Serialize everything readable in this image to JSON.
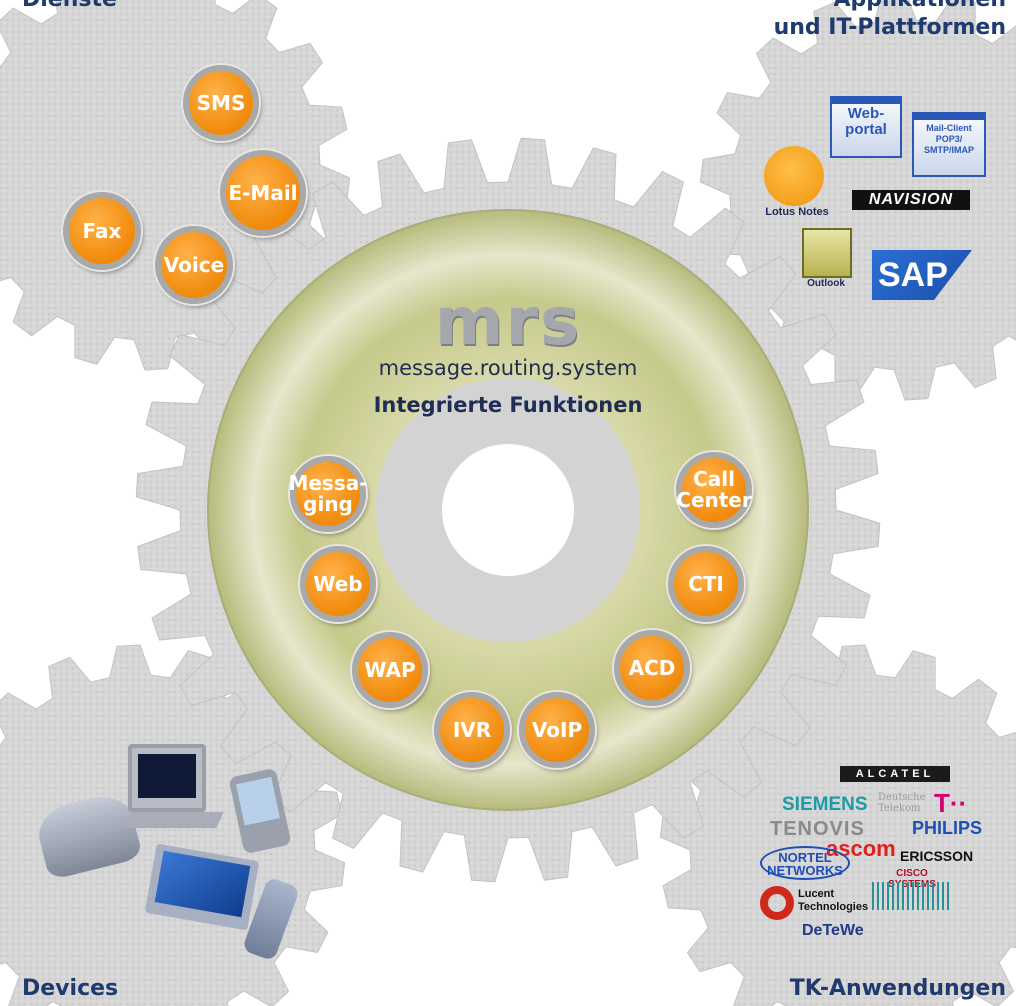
{
  "corners": {
    "top_left": "Dienste",
    "top_right": "Applikationen\nund IT-Plattformen",
    "bottom_left": "Devices",
    "bottom_right": "TK-Anwendungen"
  },
  "center": {
    "logo": "mrs",
    "subtitle": "message.routing.system",
    "functions_title": "Integrierte Funktionen"
  },
  "services": [
    "SMS",
    "E-Mail",
    "Fax",
    "Voice"
  ],
  "functions": [
    "Messa-\nging",
    "Web",
    "WAP",
    "IVR",
    "VoIP",
    "ACD",
    "CTI",
    "Call\nCenter"
  ],
  "applications": {
    "webportal": "Web-\nportal",
    "mailclient": "Mail-Client\nPOP3/\nSMTP/IMAP",
    "lotus": "Lotus Notes",
    "navision": "NAVISION",
    "outlook": "Outlook",
    "sap": "SAP"
  },
  "telecom": {
    "alcatel": "ALCATEL",
    "siemens": "SIEMENS",
    "telekom": "Deutsche\nTelekom",
    "tenovis": "TENOVIS",
    "philips": "PHILIPS",
    "ascom": "ascom",
    "nortel": "NORTEL\nNETWORKS",
    "ericsson": "ERICSSON",
    "cisco": "CISCO SYSTEMS",
    "lucent": "Lucent\nTechnologies",
    "detewe": "DeTeWe"
  },
  "colors": {
    "bubble": "#f08a0b",
    "gear": "#d2d2d2",
    "label": "#1e3a6e"
  }
}
